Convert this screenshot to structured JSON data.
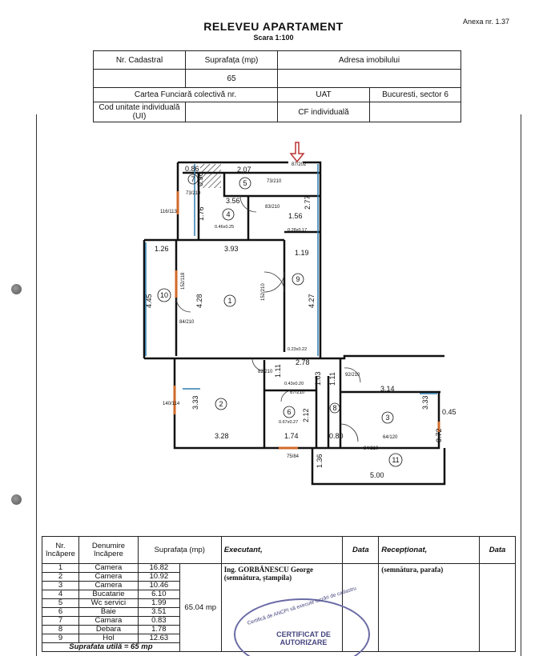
{
  "header": {
    "annex": "Anexa nr. 1.37",
    "title": "RELEVEU APARTAMENT",
    "scale": "Scara 1:100"
  },
  "id_table": {
    "nr_cadastral_label": "Nr. Cadastral",
    "suprafata_label": "Suprafața (mp)",
    "adresa_label": "Adresa imobilului",
    "suprafata_value": "65",
    "carte_funciara_label": "Cartea Funciară colectivă nr.",
    "uat_label": "UAT",
    "uat_value": "Bucuresti, sector 6",
    "cod_ui_label": "Cod unitate individuală (UI)",
    "cf_individuala_label": "CF individuală"
  },
  "plan": {
    "dimensions": [
      "0.86",
      "2.07",
      "0.96",
      "2.77",
      "3.56",
      "1.76",
      "1.56",
      "1.26",
      "3.93",
      "1.19",
      "4.45",
      "4.28",
      "4.27",
      "2.78",
      "1.11",
      "1.03",
      "1.11",
      "3.33",
      "3.14",
      "3.33",
      "0.45",
      "2.12",
      "3.28",
      "1.74",
      "0.80",
      "0.72",
      "1.36",
      "5.00"
    ],
    "room_numbers": [
      "1",
      "2",
      "3",
      "4",
      "5",
      "6",
      "7",
      "8",
      "9",
      "10",
      "11"
    ],
    "openings": [
      "87/202",
      "73/210",
      "83/210",
      "116/113",
      "73/210",
      "152/118",
      "152/210",
      "84/210",
      "82/210",
      "67/210",
      "92/210",
      "140/114",
      "64/120",
      "84/210",
      "75/84"
    ],
    "small_labels": [
      "0.46x0.25",
      "0.28x0.17",
      "0.23x0.22",
      "0.43x0.20",
      "0.67x0.27"
    ]
  },
  "rooms_table": {
    "headers": {
      "nr": "Nr. încăpere",
      "denumire": "Denumire încăpere",
      "suprafata": "Suprafața (mp)",
      "executant": "Executant,",
      "data1": "Data",
      "receptionat": "Recepționat,",
      "data2": "Data"
    },
    "rows": [
      {
        "nr": "1",
        "name": "Camera",
        "area": "16.82"
      },
      {
        "nr": "2",
        "name": "Camera",
        "area": "10.92"
      },
      {
        "nr": "3",
        "name": "Camera",
        "area": "10.46"
      },
      {
        "nr": "4",
        "name": "Bucatarie",
        "area": "6.10"
      },
      {
        "nr": "5",
        "name": "Wc servici",
        "area": "1.99"
      },
      {
        "nr": "6",
        "name": "Baie",
        "area": "3.51"
      },
      {
        "nr": "7",
        "name": "Camara",
        "area": "0.83"
      },
      {
        "nr": "8",
        "name": "Debara",
        "area": "1.78"
      },
      {
        "nr": "9",
        "name": "Hol",
        "area": "12.63"
      }
    ],
    "total": "65.04 mp",
    "executant_name": "Ing. GORBĂNESCU George",
    "executant_sign": "(semnătura, ștampila)",
    "receptionat_sign": "(semnătura, parafa)",
    "footer": "Suprafata utilă = 65 mp"
  },
  "stamp": {
    "ring_text": "Certifică de ANCPI să execute lucrări de cadastru",
    "center": "CERTIFICAT DE AUTORIZARE"
  }
}
